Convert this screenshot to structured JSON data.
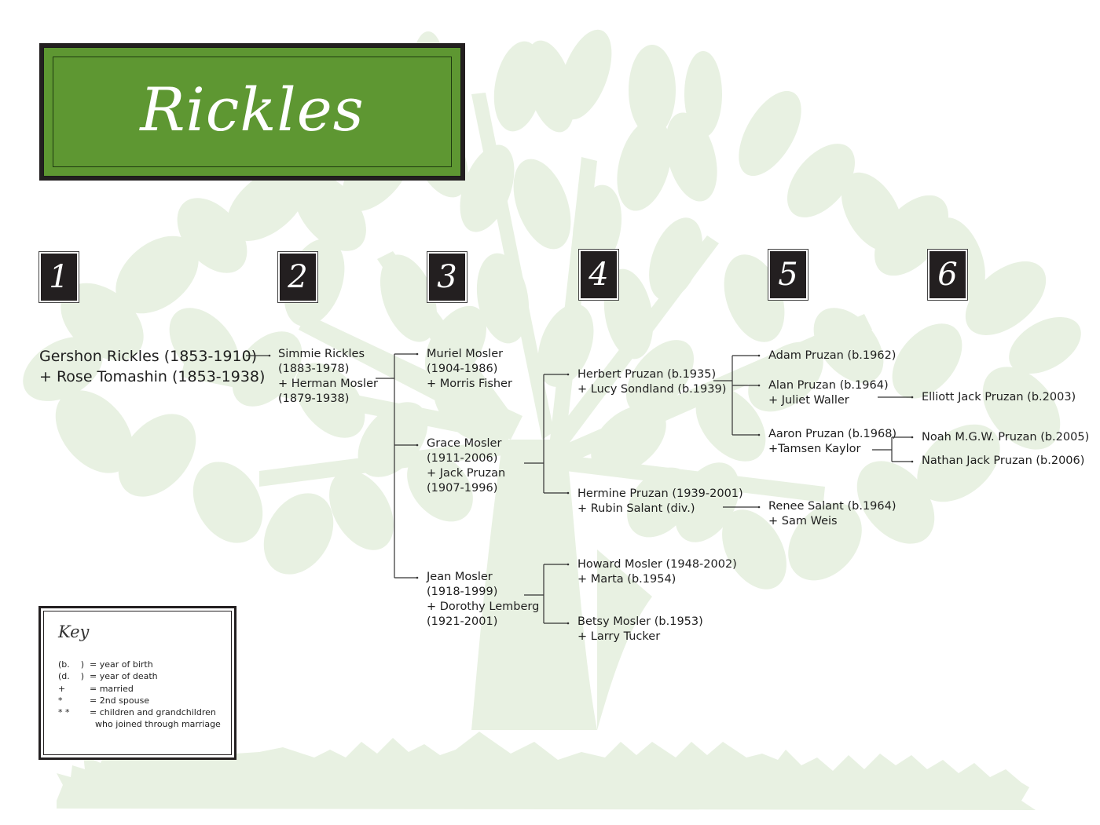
{
  "title": "Rickles",
  "colors": {
    "banner_green": "#5e9732",
    "banner_frame": "#231f20",
    "tree_tint": "#e8f1e2",
    "text": "#1e1e1e"
  },
  "generations": [
    "1",
    "2",
    "3",
    "4",
    "5",
    "6"
  ],
  "people": {
    "gershon": {
      "line1": "Gershon Rickles (1853-1910)",
      "line2": "+ Rose Tomashin (1853-1938)"
    },
    "simmie": {
      "line1": "Simmie Rickles",
      "line2": "(1883-1978)",
      "line3": "+ Herman Mosler",
      "line4": "(1879-1938)"
    },
    "muriel": {
      "line1": "Muriel Mosler",
      "line2": "(1904-1986)",
      "line3": "+ Morris Fisher"
    },
    "grace": {
      "line1": "Grace Mosler",
      "line2": "(1911-2006)",
      "line3": "+ Jack Pruzan",
      "line4": "(1907-1996)"
    },
    "jean": {
      "line1": "Jean Mosler",
      "line2": "(1918-1999)",
      "line3": "+ Dorothy Lemberg",
      "line4": "(1921-2001)"
    },
    "herbert": {
      "line1": "Herbert Pruzan (b.1935)",
      "line2": "+ Lucy Sondland (b.1939)"
    },
    "hermine": {
      "line1": "Hermine Pruzan (1939-2001)",
      "line2": "+ Rubin Salant (div.)"
    },
    "howard": {
      "line1": "Howard Mosler (1948-2002)",
      "line2": "+ Marta (b.1954)"
    },
    "betsy": {
      "line1": "Betsy Mosler (b.1953)",
      "line2": "+ Larry Tucker"
    },
    "adam": {
      "line1": "Adam Pruzan (b.1962)"
    },
    "alan": {
      "line1": "Alan Pruzan (b.1964)",
      "line2": "+ Juliet Waller"
    },
    "aaron": {
      "line1": "Aaron Pruzan (b.1968)",
      "line2": "+Tamsen Kaylor"
    },
    "renee": {
      "line1": "Renee Salant (b.1964)",
      "line2": "+ Sam Weis"
    },
    "elliott": {
      "line1": "Elliott Jack Pruzan (b.2003)"
    },
    "noah": {
      "line1": "Noah M.G.W. Pruzan (b.2005)"
    },
    "nathan": {
      "line1": "Nathan Jack Pruzan (b.2006)"
    }
  },
  "key": {
    "title": "Key",
    "rows": [
      {
        "symbol": "(b.    )",
        "definition": "= year of birth"
      },
      {
        "symbol": "(d.    )",
        "definition": "= year of death"
      },
      {
        "symbol": "+",
        "definition": "= married"
      },
      {
        "symbol": "*",
        "definition": "= 2nd spouse"
      },
      {
        "symbol": "* *",
        "definition": "= children and grandchildren"
      },
      {
        "symbol": "",
        "definition": "  who joined through marriage"
      }
    ]
  }
}
